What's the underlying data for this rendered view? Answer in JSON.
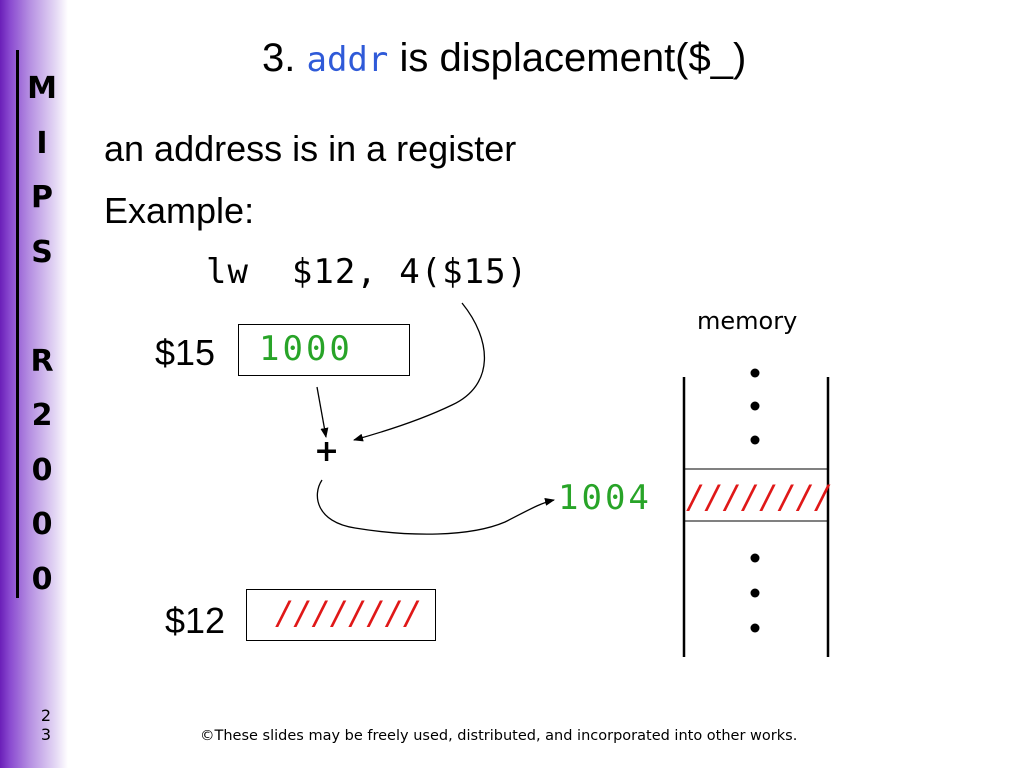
{
  "sidebar": {
    "letters": [
      "M",
      "I",
      "P",
      "S",
      "R",
      "2",
      "0",
      "0",
      "0"
    ],
    "slide_number_line1": "2",
    "slide_number_line2": "3"
  },
  "title": {
    "prefix": "3.",
    "code": "addr",
    "suffix": "is  displacement($_)",
    "code_color": "#2f5ad8"
  },
  "body": {
    "line1": "an address is in a register",
    "line2": "Example:",
    "instruction": "lw  $12, 4($15)"
  },
  "diagram": {
    "reg15_label": "$15",
    "reg15_value": "1000",
    "plus_label": "+",
    "result_address": "1004",
    "memory_label": "memory",
    "memory_cell_value": "////////",
    "reg12_label": "$12",
    "reg12_value": "////////",
    "value_color_green": "#28a428",
    "value_color_red": "#e01818"
  },
  "footer": {
    "text": "©These slides may be freely used, distributed, and incorporated into other works."
  },
  "colors": {
    "sidebar_accent": "#6a1fb8"
  }
}
